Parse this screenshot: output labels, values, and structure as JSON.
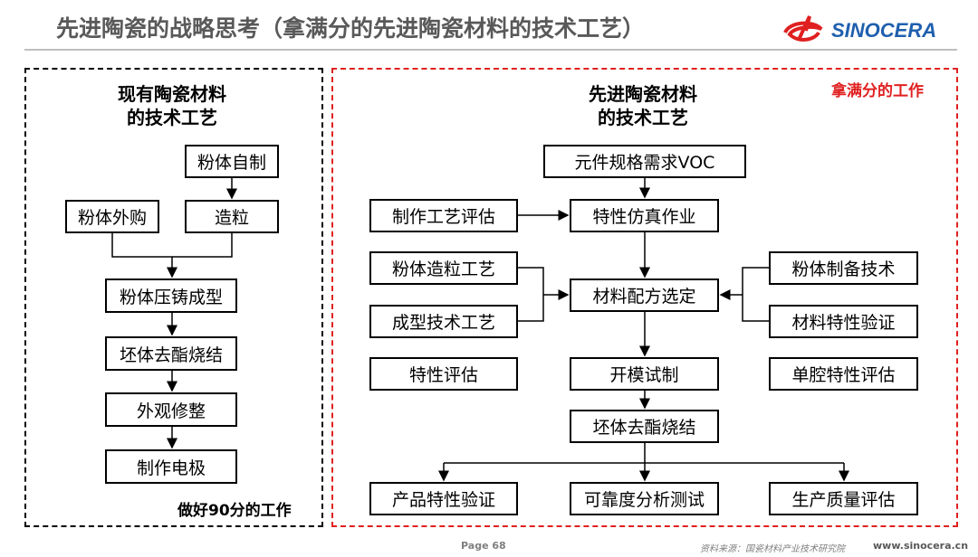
{
  "header": {
    "title": "先进陶瓷的战略思考（拿满分的先进陶瓷材料的技术工艺）",
    "logo_text": "SINOCERA"
  },
  "left": {
    "heading_line1": "现有陶瓷材料",
    "heading_line2": "的技术工艺",
    "tag": "做好90分的工作",
    "boxes": [
      "粉体自制",
      "粉体外购",
      "造粒",
      "粉体压铸成型",
      "坯体去酯烧结",
      "外观修整",
      "制作电极"
    ]
  },
  "right": {
    "heading_line1": "先进陶瓷材料",
    "heading_line2": "的技术工艺",
    "tag": "拿满分的工作",
    "boxes": [
      "元件规格需求VOC",
      "制作工艺评估",
      "特性仿真作业",
      "粉体造粒工艺",
      "材料配方选定",
      "粉体制备技术",
      "成型技术工艺",
      "材料特性验证",
      "特性评估",
      "开模试制",
      "单腔特性评估",
      "坯体去酯烧结",
      "产品特性验证",
      "可靠度分析测试",
      "生产质量评估"
    ]
  },
  "footer": {
    "page": "Page 68",
    "source": "资料来源：国瓷材料产业技术研究院",
    "website": "www.sinocera.cn"
  },
  "colors": {
    "accent": "#e02020",
    "brand": "#1f5fae",
    "title": "#595959"
  }
}
